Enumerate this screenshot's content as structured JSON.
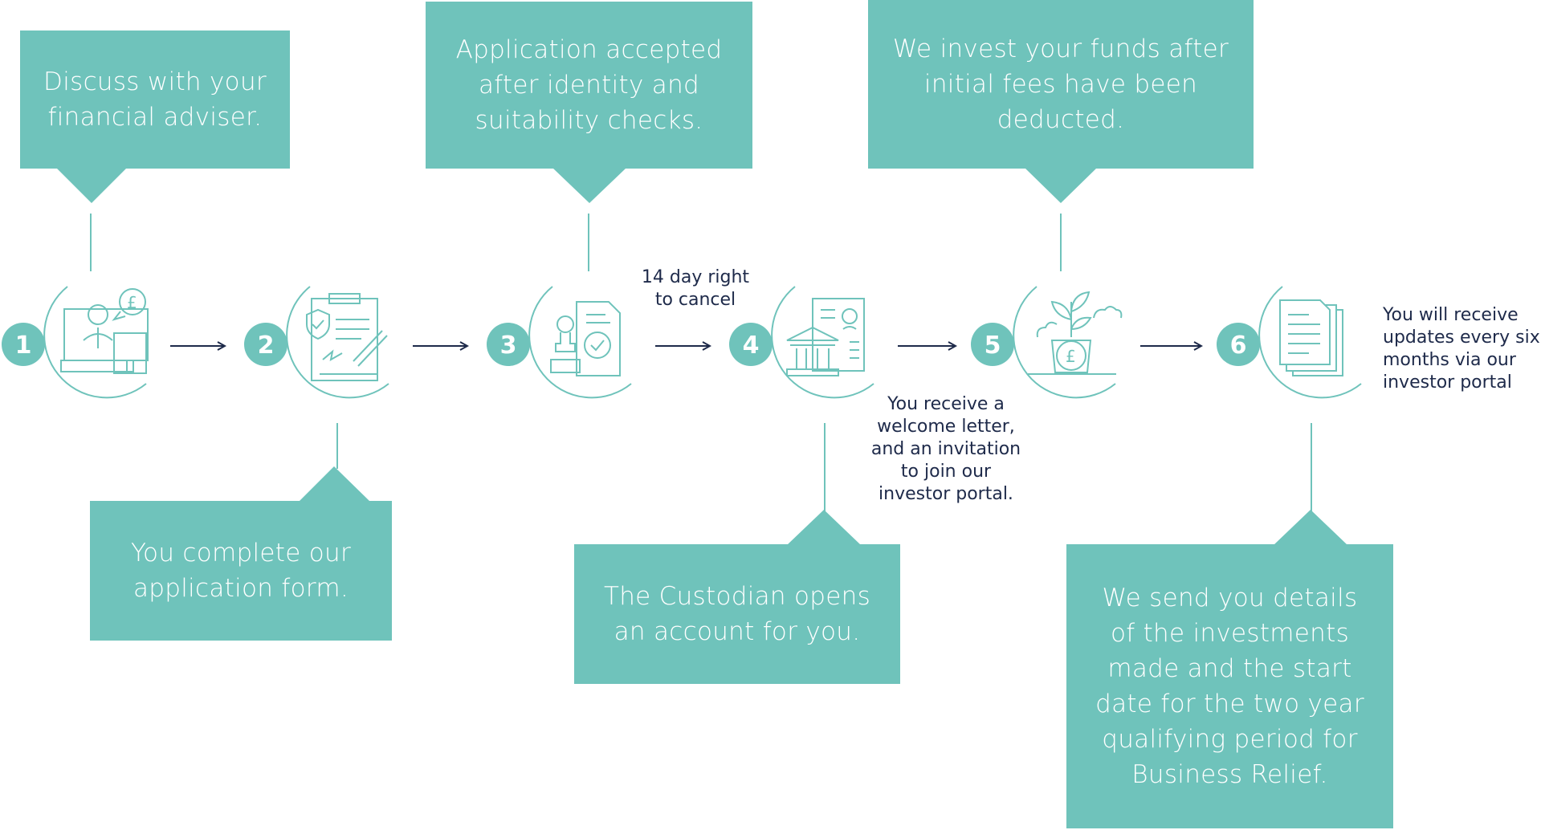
{
  "steps": [
    {
      "number": "1",
      "box_text": "Discuss with your\nfinancial adviser.",
      "icon": "adviser-desk-pound-icon"
    },
    {
      "number": "2",
      "box_text": "You complete our\napplication form.",
      "icon": "signed-application-form-icon"
    },
    {
      "number": "3",
      "box_text": "Application accepted\nafter identity and\nsuitability checks.",
      "icon": "stamp-approved-document-icon"
    },
    {
      "number": "4",
      "box_text": "The Custodian opens\nan account for you.",
      "icon": "bank-account-document-icon"
    },
    {
      "number": "5",
      "box_text": "We invest your funds after\ninitial fees have been\ndeducted.",
      "icon": "plant-pound-growth-icon"
    },
    {
      "number": "6",
      "box_text": "We send you details\nof the investments\nmade and the start\ndate for the two year\nqualifying period for\nBusiness Relief.",
      "icon": "stacked-documents-icon"
    }
  ],
  "notes": {
    "cancel": "14 day right\nto cancel",
    "welcome": "You receive a\nwelcome letter,\nand an invitation\nto join our\ninvestor portal.",
    "updates": "You will receive\nupdates every six\nmonths via our\ninvestor portal"
  },
  "colors": {
    "teal": "#6fc3bb",
    "arrow": "#1e2a4a",
    "text_dark": "#1e2a4a"
  }
}
